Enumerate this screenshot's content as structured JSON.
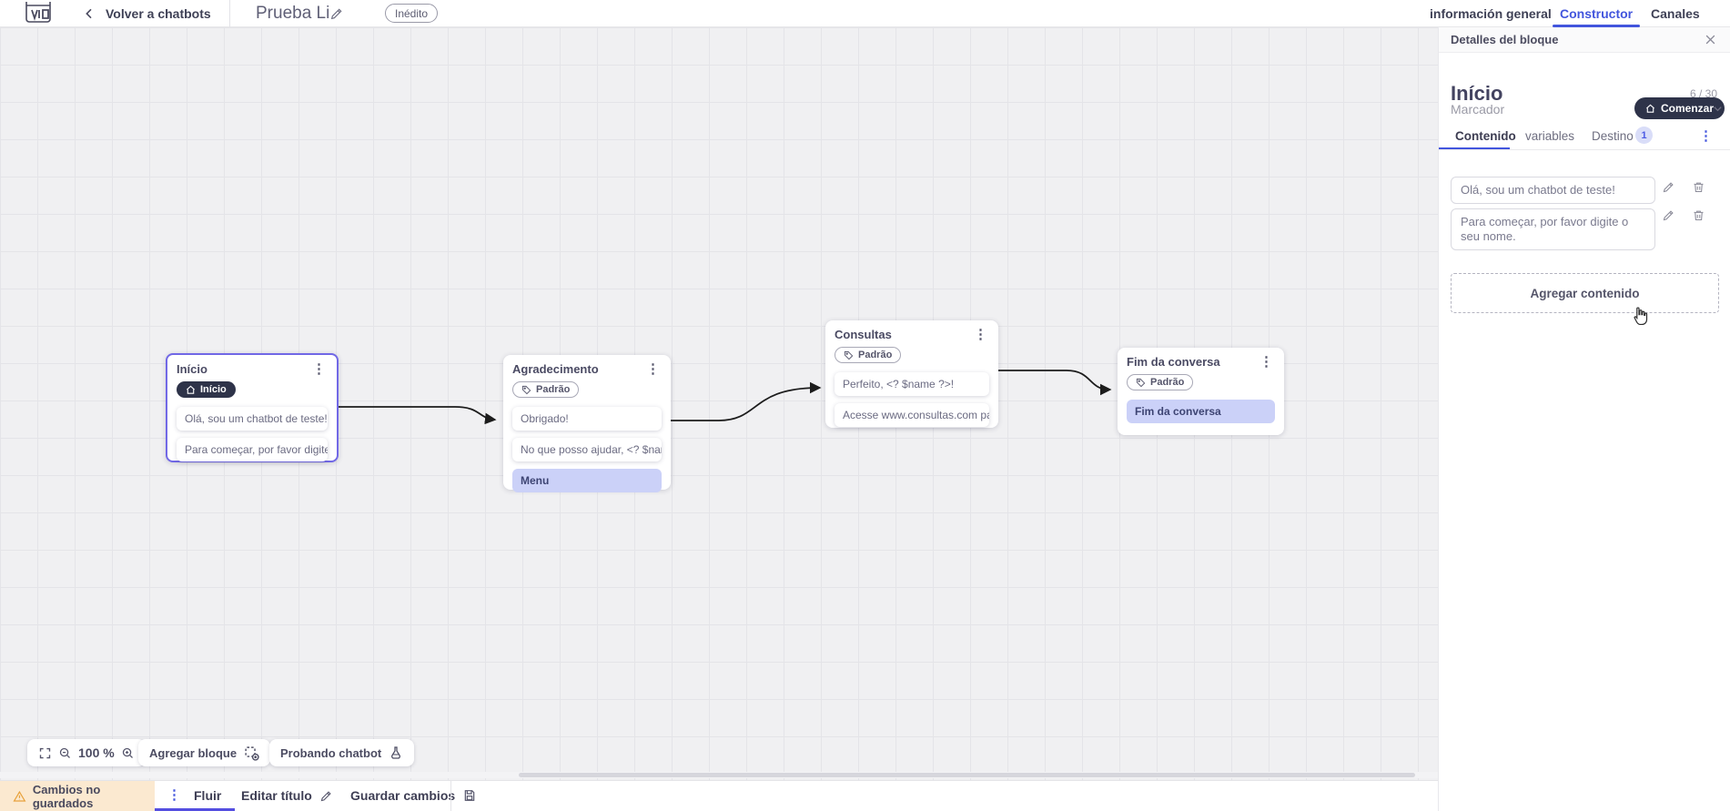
{
  "topbar": {
    "back_label": "Volver a chatbots",
    "bot_title": "Prueba Li",
    "status_badge": "Inédito",
    "tabs": {
      "info": "información general",
      "constructor": "Constructor",
      "canales": "Canales"
    }
  },
  "canvas": {
    "zoom_level": "100 %",
    "add_block_label": "Agregar bloque",
    "test_chatbot_label": "Probando chatbot",
    "nodes": [
      {
        "title": "Início",
        "badge": "Início",
        "items": [
          {
            "text": "Olá, sou um chatbot de teste!"
          },
          {
            "text": "Para começar, por favor digite o ..."
          }
        ]
      },
      {
        "title": "Agradecimento",
        "badge": "Padrão",
        "items": [
          {
            "text": "Obrigado!"
          },
          {
            "text": "No que posso ajudar, <? $name ..."
          },
          {
            "text": "Menu"
          }
        ]
      },
      {
        "title": "Consultas",
        "badge": "Padrão",
        "items": [
          {
            "text": "Perfeito, <? $name ?>!"
          },
          {
            "text": "Acesse www.consultas.com par..."
          }
        ]
      },
      {
        "title": "Fim da conversa",
        "badge": "Padrão",
        "items": [
          {
            "text": "Fim da conversa"
          }
        ]
      }
    ]
  },
  "panel": {
    "header": "Detalles del bloque",
    "block_name": "Início",
    "char_count": "6 / 30",
    "marker_label": "Marcador",
    "marker_value": "Comenzar",
    "tabs": {
      "contenido": "Contenido",
      "variables": "variables",
      "destino": "Destino",
      "destino_badge": "1"
    },
    "contents": [
      "Olá, sou um chatbot de teste!",
      "Para começar, por favor digite o seu nome."
    ],
    "add_content_label": "Agregar contenido"
  },
  "bottombar": {
    "warning": "Cambios no guardados",
    "flow_tab": "Fluir",
    "edit_title_label": "Editar título",
    "save_label": "Guardar cambios"
  },
  "colors": {
    "primary": "#4255dd",
    "dark_pill": "#2e3349",
    "lavender": "#cbd1f8",
    "warning_bg": "#fbe9d0",
    "node_selected_border": "#7168e6",
    "edge": "#1c1c1c"
  }
}
